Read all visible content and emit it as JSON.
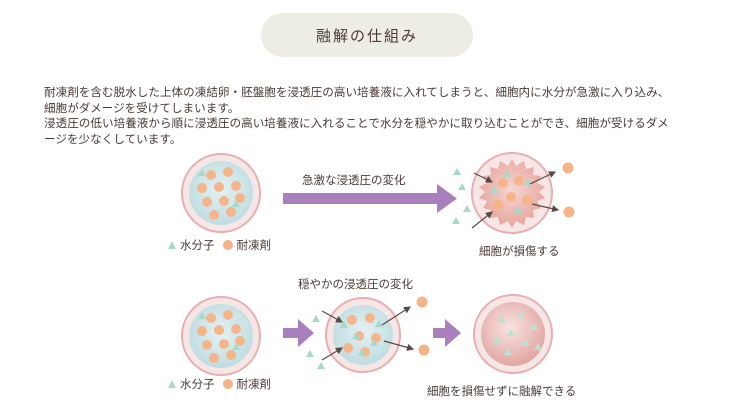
{
  "title": "融解の仕組み",
  "intro": {
    "line1": "耐凍剤を含む脱水した上体の凍結卵・胚盤胞を浸透圧の高い培養液に入れてしまうと、細胞内に水分が急激に入り込み、細胞がダメージを受けてしまいます。",
    "line2": "浸透圧の低い培養液から順に浸透圧の高い培養液に入れることで水分を穏やかに取り込むことができ、細胞が受けるダメージを少なくしています。"
  },
  "top_row": {
    "arrow_label": "急激な浸透圧の変化",
    "result_label": "細胞が損傷する"
  },
  "bottom_row": {
    "arrow_label": "穏やかの浸透圧の変化",
    "result_label": "細胞を損傷せずに融解できる"
  },
  "legend": {
    "water": "水分子",
    "cryoprotectant": "耐凍剤"
  },
  "colors": {
    "pill_bg": "#eeede3",
    "arrow": "#a97fbd",
    "cell_ring": "#e8aeb0",
    "cell_inner": "#cfe6ea",
    "cryoprotectant": "#f6b489",
    "water": "#a6d9c8",
    "damaged_cell": "#efb8b4"
  }
}
